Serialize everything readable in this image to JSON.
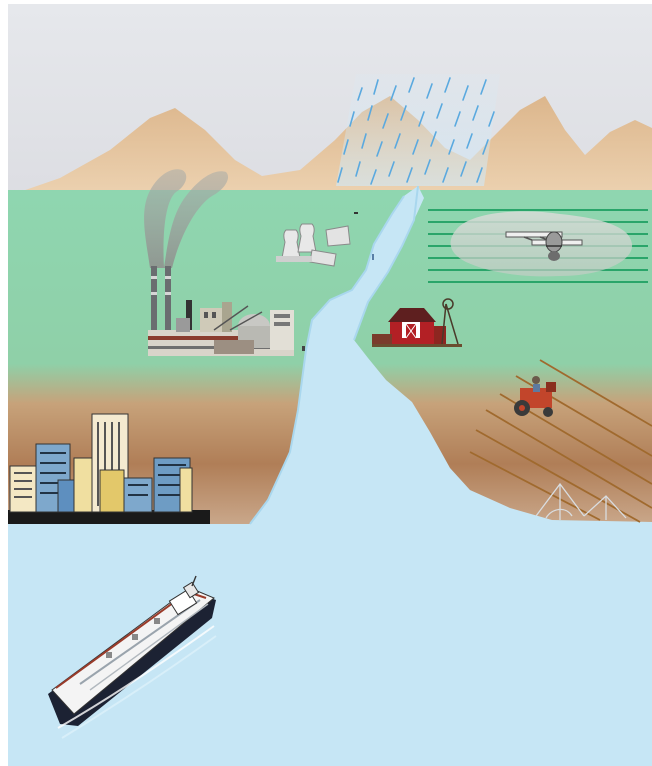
{
  "colors": {
    "sky": "#e4e6ea",
    "mountains": "#e8c9a3",
    "land": "#8fd3ae",
    "soil": "#b88660",
    "water": "#c6e6f5",
    "rain": "#5aa9df",
    "smoke": "#9aa09c",
    "barn": "#b32025",
    "tractor": "#c2452b",
    "furrow": "#a06a2e",
    "crop": "#2aa56a",
    "ship_hull": "#1c2233",
    "city_blue": "#6e9cc4",
    "city_tan": "#f0dfa0"
  },
  "icons": [
    "mountain-range",
    "rain-cloud",
    "river",
    "factory-smokestacks",
    "smoke-plume",
    "power-plant-cooling-towers",
    "barn-windmill",
    "crop-duster-airplane",
    "crop-rows",
    "tractor",
    "plowed-field",
    "irrigation-sprinklers",
    "city-skyline",
    "oil-tanker-ship",
    "sea"
  ]
}
